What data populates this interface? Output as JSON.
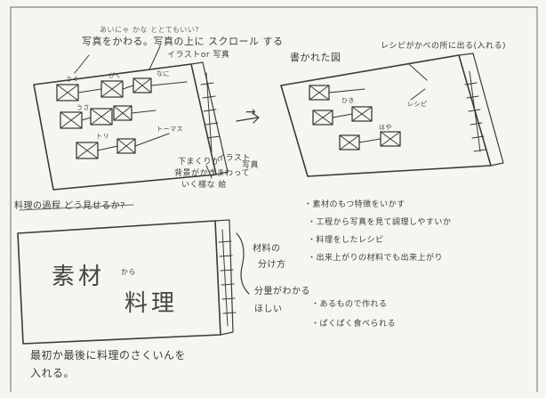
{
  "sketch": {
    "top_left": {
      "note_small": "あいにゃ かな ととてもいい?",
      "note_main": "写真をかわる。写真の上に スクロール する",
      "note_sub": "イラストor 写真",
      "node_labels": [
        "うぐ",
        "がく",
        "うさ",
        "トリ",
        "なに",
        "トーマス"
      ],
      "bottom_note_1": "下まくりか",
      "bottom_note_2": "背景がかきまわって",
      "bottom_note_3": "いく様な 絵",
      "side_label_1": "イラスト",
      "side_label_2": "写真"
    },
    "top_right": {
      "title": "書かれた図",
      "note": "レシピがかべの所に出る(入れる)",
      "node_labels": [
        "ひき",
        "レシピ",
        "はや"
      ]
    },
    "arrow": "→",
    "bottom_left": {
      "heading": "料理の過程 どう見せるか?",
      "center_text_1": "素材",
      "center_text_2": "から",
      "center_text_3": "料理",
      "caption_1": "最初か最後に料理のさくいんを",
      "caption_2": "入れる。"
    },
    "middle_notes": {
      "line1": "材料の",
      "line2": "分け方",
      "line3": "分量がわかる",
      "line4": "ほしい"
    },
    "right_notes": {
      "items": [
        "・素材のもつ特徴をいかす",
        "・工程から写真を見て調理しやすいか",
        "・料理をしたレシピ",
        "・出来上がりの材料でも出来上がり",
        "・あるもので作れる",
        "・ぱくぱく食べられる"
      ]
    }
  }
}
